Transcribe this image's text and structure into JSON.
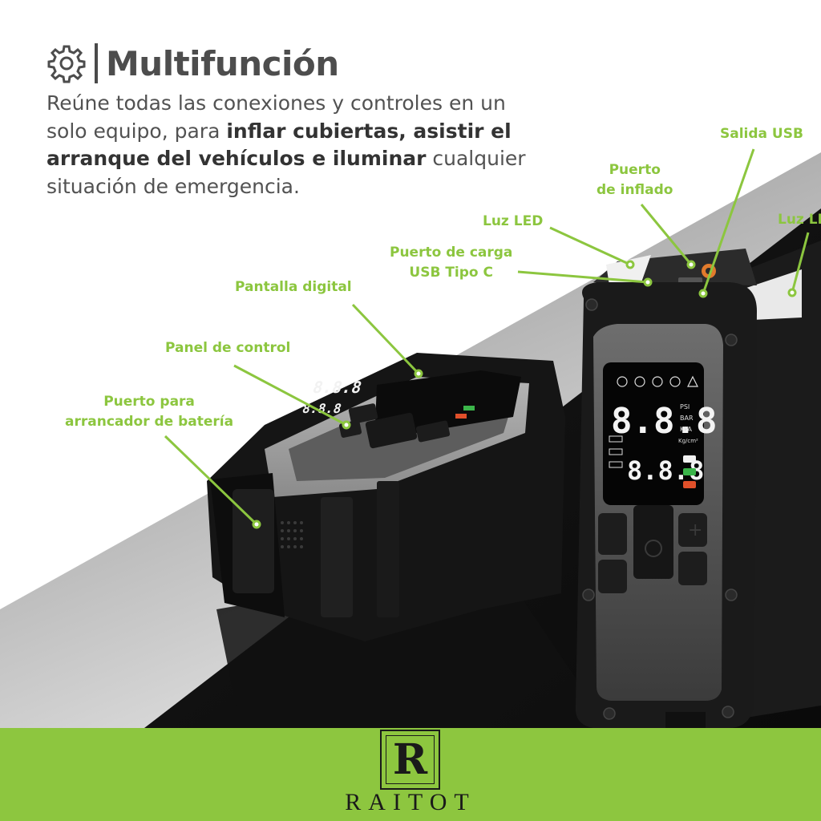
{
  "header": {
    "title": "Multifunción",
    "icon": "gear-icon"
  },
  "description": {
    "p1": "Reúne todas las conexiones y controles en un solo equipo, para ",
    "b1": "inflar cubiertas, asistir el arranque del vehículos e iluminar",
    "p2": " cualquier situación de emergencia."
  },
  "labels": {
    "salida_usb": "Salida USB",
    "puerto_inflado_1": "Puerto",
    "puerto_inflado_2": "de inflado",
    "luz_led_left": "Luz LED",
    "luz_led_right": "Luz LE",
    "puerto_carga_1": "Puerto de carga",
    "puerto_carga_2": "USB Tipo C",
    "pantalla": "Pantalla digital",
    "panel": "Panel de control",
    "arrancador_1": "Puerto para",
    "arrancador_2": "arrancador de batería"
  },
  "display": {
    "upper": "8.8.8",
    "lower": "8.8.8",
    "units": [
      "PSI",
      "BAR",
      "KPA",
      "Kg/cm²"
    ]
  },
  "brand": {
    "letter": "R",
    "name": "RAITOT"
  },
  "colors": {
    "accent": "#8dc63f",
    "label": "#8cc63f",
    "device": "#1e1e1e"
  }
}
